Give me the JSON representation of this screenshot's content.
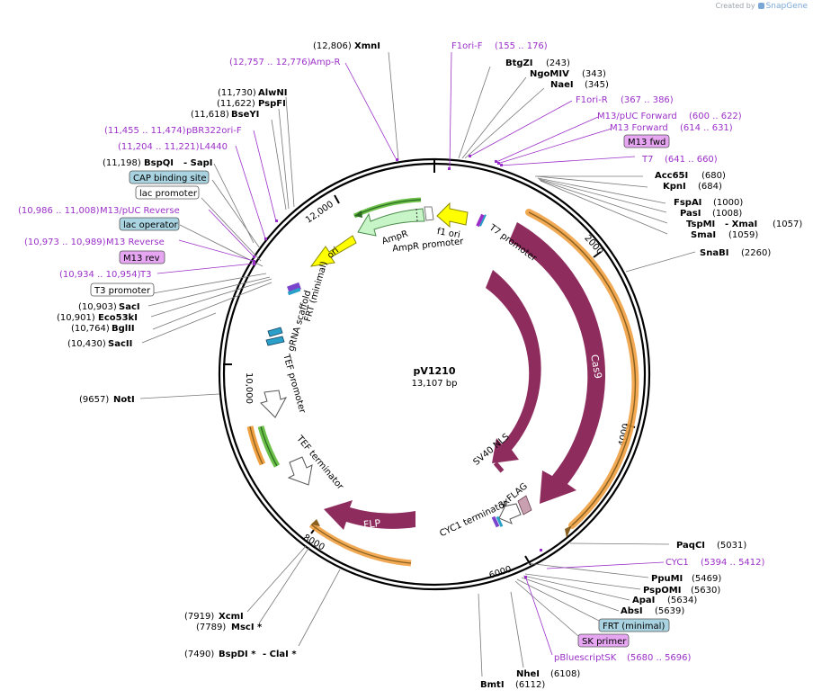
{
  "credit": {
    "prefix": "Created by",
    "brand": "SnapGene"
  },
  "plasmid": {
    "name": "pV1210",
    "size": "13,107 bp"
  },
  "ticks": [
    "2000",
    "4000",
    "6000",
    "8000",
    "10,000",
    "12,000"
  ],
  "enzymes": [
    {
      "name": "XmnI",
      "pos": "(12,806)"
    },
    {
      "name": "BtgZI",
      "pos": "(243)"
    },
    {
      "name": "NgoMIV",
      "pos": "(343)"
    },
    {
      "name": "NaeI",
      "pos": "(345)"
    },
    {
      "name": "AlwNI",
      "pos": "(11,730)"
    },
    {
      "name": "PspFI",
      "pos": "(11,622)"
    },
    {
      "name": "BseYI",
      "pos": "(11,618)"
    },
    {
      "name": "Acc65I",
      "pos": "(680)"
    },
    {
      "name": "KpnI",
      "pos": "(684)"
    },
    {
      "name": "BspQI",
      "pos": "(11,198)",
      "extra": "- SapI"
    },
    {
      "name": "FspAI",
      "pos": "(1000)"
    },
    {
      "name": "PasI",
      "pos": "(1008)"
    },
    {
      "name": "TspMI",
      "pos": "(1057)",
      "extra": "- XmaI"
    },
    {
      "name": "SmaI",
      "pos": "(1059)"
    },
    {
      "name": "SnaBI",
      "pos": "(2260)"
    },
    {
      "name": "SacI",
      "pos": "(10,903)"
    },
    {
      "name": "Eco53kI",
      "pos": "(10,901)"
    },
    {
      "name": "BglII",
      "pos": "(10,764)"
    },
    {
      "name": "SacII",
      "pos": "(10,430)"
    },
    {
      "name": "NotI",
      "pos": "(9657)"
    },
    {
      "name": "PaqCI",
      "pos": "(5031)"
    },
    {
      "name": "PpuMI",
      "pos": "(5469)"
    },
    {
      "name": "PspOMI",
      "pos": "(5630)"
    },
    {
      "name": "ApaI",
      "pos": "(5634)"
    },
    {
      "name": "AbsI",
      "pos": "(5639)"
    },
    {
      "name": "NheI",
      "pos": "(6108)"
    },
    {
      "name": "BmtI",
      "pos": "(6112)"
    },
    {
      "name": "XcmI",
      "pos": "(7919)"
    },
    {
      "name": "MscI *",
      "pos": "(7789)"
    },
    {
      "name": "BspDI *",
      "pos": "(7490)",
      "extra": "- ClaI *"
    }
  ],
  "primers": [
    {
      "name": "F1ori-F",
      "pos": "(155 .. 176)"
    },
    {
      "name": "Amp-R",
      "pos": "(12,757 .. 12,776)"
    },
    {
      "name": "F1ori-R",
      "pos": "(367 .. 386)"
    },
    {
      "name": "M13/pUC Forward",
      "pos": "(600 .. 622)"
    },
    {
      "name": "M13 Forward",
      "pos": "(614 .. 631)"
    },
    {
      "name": "T7",
      "pos": "(641 .. 660)"
    },
    {
      "name": "pBR322ori-F",
      "pos": "(11,455 .. 11,474)"
    },
    {
      "name": "L4440",
      "pos": "(11,204 .. 11,221)"
    },
    {
      "name": "M13/pUC Reverse",
      "pos": "(10,986 .. 11,008)"
    },
    {
      "name": "M13 Reverse",
      "pos": "(10,973 .. 10,989)"
    },
    {
      "name": "T3",
      "pos": "(10,934 .. 10,954)"
    },
    {
      "name": "CYC1",
      "pos": "(5394 .. 5412)"
    },
    {
      "name": "pBluescriptSK",
      "pos": "(5680 .. 5696)"
    }
  ],
  "boxed": {
    "m13_fwd": "M13 fwd",
    "cap_binding_site": "CAP binding site",
    "lac_promoter": "lac promoter",
    "lac_operator": "lac operator",
    "m13_rev": "M13 rev",
    "t3_promoter": "T3 promoter",
    "frt_minimal": "FRT (minimal)",
    "sk_primer": "SK primer"
  },
  "features": {
    "cas9_outer": "Cas9",
    "cas9_inner": "Cas9",
    "flp": "FLP",
    "ori": "ori",
    "ampr": "AmpR",
    "ampr_promoter": "AmpR promoter",
    "f1_ori": "f1 ori",
    "t7_promoter": "T7 promoter",
    "frt_minimal": "FRT (minimal)",
    "grna_scaffold": "gRNA scaffold",
    "tef_promoter": "TEF promoter",
    "tef_terminator": "TEF terminator",
    "sv40_nls": "SV40 NLS",
    "flag": "3xFLAG",
    "cyc1_terminator": "CYC1 terminator"
  },
  "colors": {
    "enzyme_text": "#000000",
    "primer": "#9b30c8",
    "cas9": "#8e2c5e",
    "orange_primer_band": "#f0a040",
    "ori_yellow": "#ffff00",
    "ampr_green": "#c8f5c8",
    "green_band": "#6cc04a",
    "cap_box": "#a9d3e0",
    "lac_operator_box": "#a9d3e0",
    "m13_box": "#e6a6f2",
    "frt_box": "#a9d3e0",
    "tef_promoter_fill": "#ffffff",
    "flag_fill": "#c9a0b0"
  }
}
